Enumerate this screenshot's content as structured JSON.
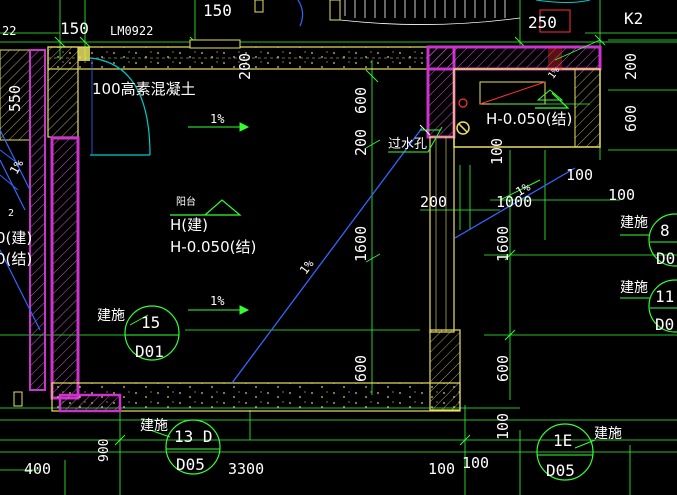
{
  "colors": {
    "background": "#000000",
    "wall_outline": "#e8e060",
    "wall_magenta": "#cc33cc",
    "wall_hatch": "#d8d070",
    "dim_green": "#33ff33",
    "drain_blue": "#3366ff",
    "white_text": "#ffffff",
    "leader_cyan": "#00cccc",
    "red_mark": "#ff3333"
  },
  "labels": {
    "top_dim_150_left": "150",
    "top_dim_150_center": "150",
    "top_dim_250": "250",
    "door_code": "LM0922",
    "door_code_clip": "22",
    "grid_k2": "K2",
    "concrete_note": "100高素混凝土",
    "slope_1a": "1%",
    "slope_1b": "1%",
    "slope_diag_main": "1%",
    "slope_right": "1%",
    "slope_left": "1%",
    "slope_tiny": "1%",
    "room_name": "阳台",
    "room_h_jian": "H(建)",
    "room_h_jie": "H-0.050(结)",
    "small_room_h": "H-0.050(结)",
    "drain_label": "过水孔",
    "left_clip_jian": "0(建)",
    "left_clip_jie": "0(结)",
    "left_clip_sq": "2",
    "left_clip_550": "550",
    "jianshi_1": "建施",
    "jianshi_2": "建施",
    "jianshi_3": "建施",
    "jianshi_4": "建施",
    "jianshi_5": "建施",
    "ref_15_num": "15",
    "ref_15_sheet": "D01",
    "ref_13d_num": "13 D",
    "ref_13d_sheet": "D05",
    "ref_1e_num": "1E",
    "ref_1e_sheet": "D05",
    "ref_r8_num": "8",
    "ref_r8_sheet": "D0",
    "ref_r11_num": "11",
    "ref_r11_sheet": "D0",
    "dim_v_200_top": "200",
    "dim_v_600_a": "600",
    "dim_v_200_b": "200",
    "dim_v_1600_a": "1600",
    "dim_v_600_bottom": "600",
    "dim_v_200_right": "200",
    "dim_v_600_right": "600",
    "dim_v_100_mid": "100",
    "dim_v_1600_b": "1600",
    "dim_v_600_b": "600",
    "dim_v_100_bottom": "100",
    "dim_v_900": "900",
    "dim_h_200": "200",
    "dim_h_1000": "1000",
    "dim_h_100_a": "100",
    "dim_h_100_b": "100",
    "dim_h_400": "400",
    "dim_h_3300": "3300",
    "dim_h_100_c": "100",
    "dim_h_100_d": "100"
  }
}
